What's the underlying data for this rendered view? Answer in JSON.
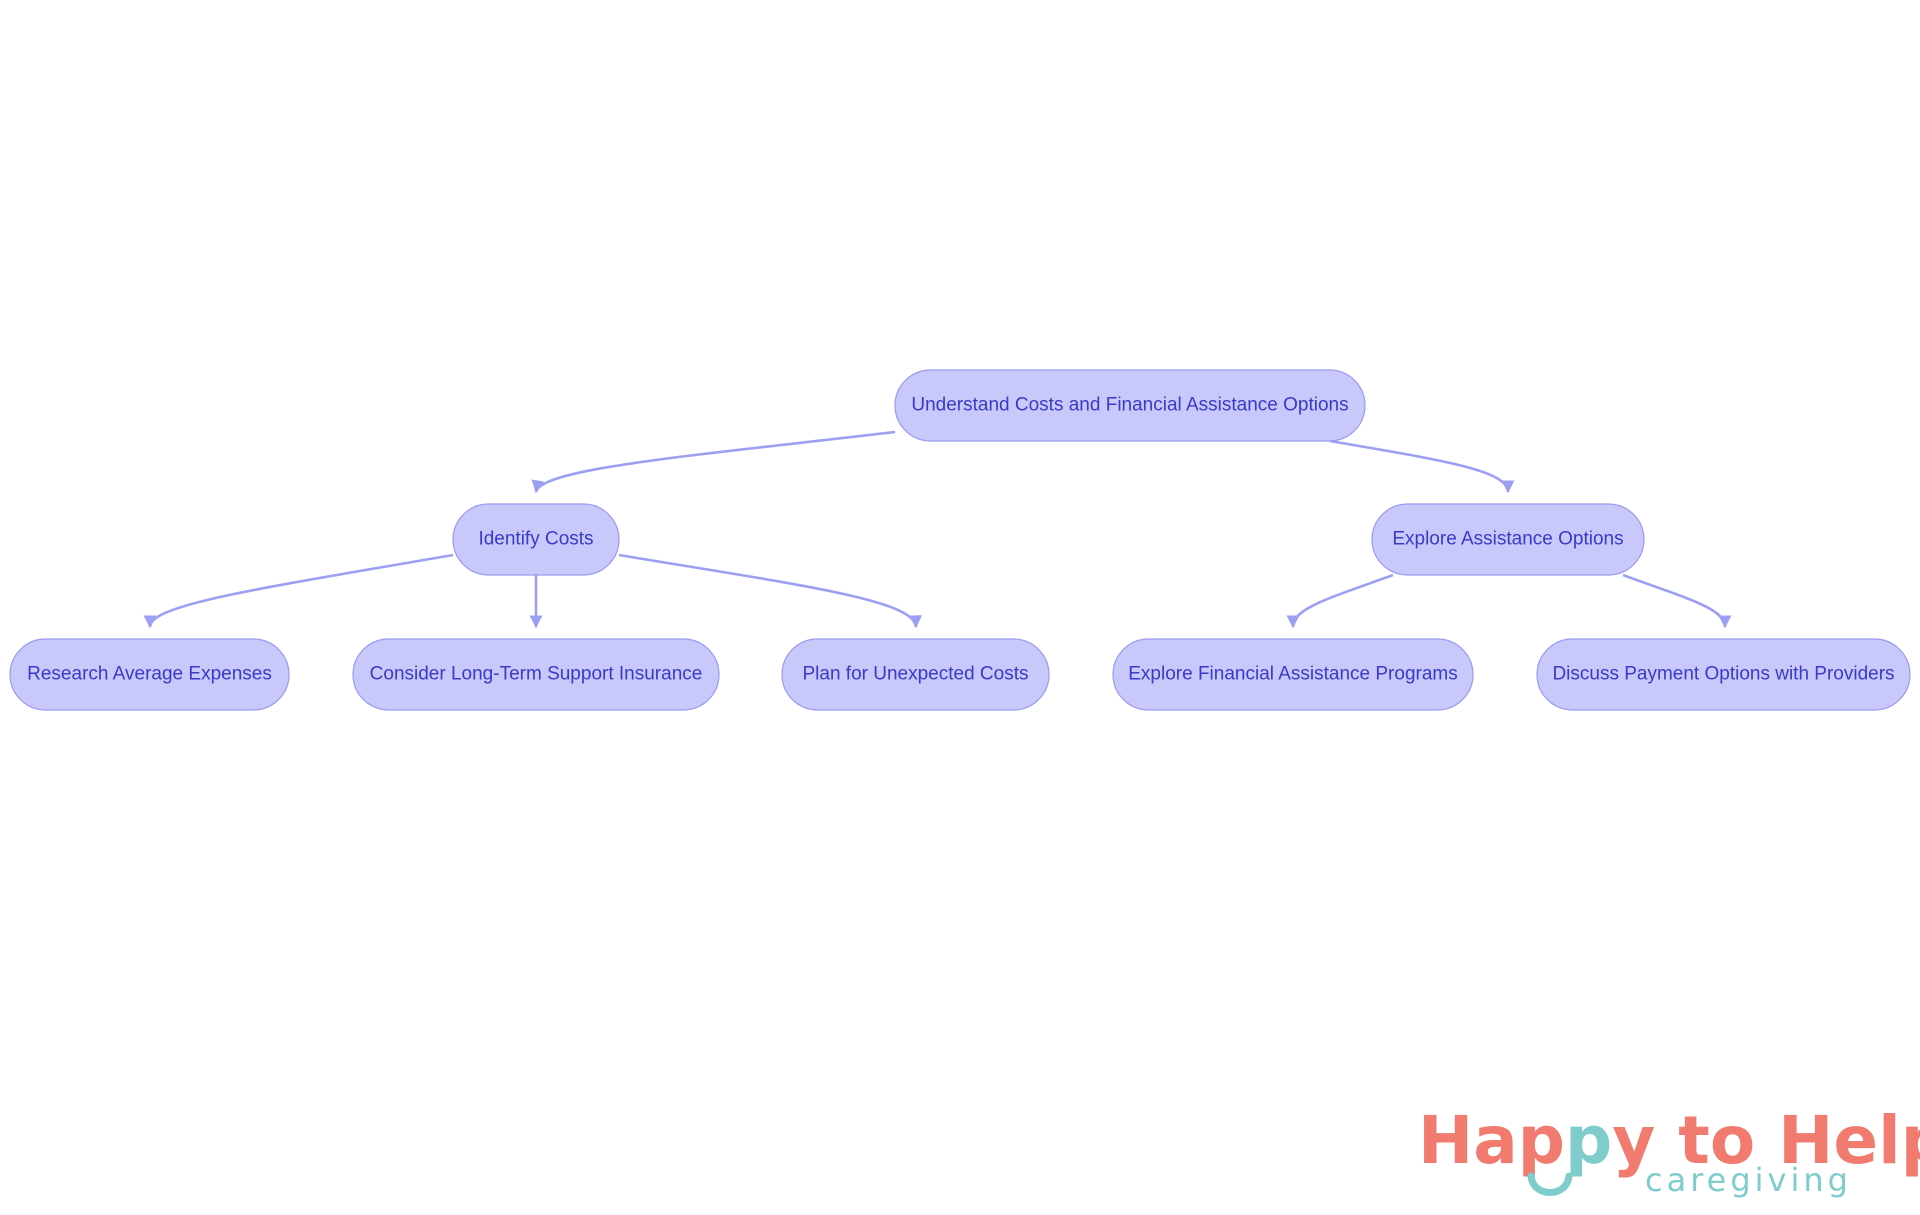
{
  "diagram": {
    "nodes": {
      "root": "Understand Costs and Financial Assistance Options",
      "identify_costs": "Identify Costs",
      "explore_assistance": "Explore Assistance Options",
      "research_expenses": "Research Average Expenses",
      "long_term_insurance": "Consider Long-Term Support Insurance",
      "unexpected_costs": "Plan for Unexpected Costs",
      "financial_programs": "Explore Financial Assistance Programs",
      "payment_options": "Discuss Payment Options with Providers"
    },
    "edges": [
      {
        "from": "root",
        "to": "identify_costs"
      },
      {
        "from": "root",
        "to": "explore_assistance"
      },
      {
        "from": "identify_costs",
        "to": "research_expenses"
      },
      {
        "from": "identify_costs",
        "to": "long_term_insurance"
      },
      {
        "from": "identify_costs",
        "to": "unexpected_costs"
      },
      {
        "from": "explore_assistance",
        "to": "financial_programs"
      },
      {
        "from": "explore_assistance",
        "to": "payment_options"
      }
    ],
    "colors": {
      "node_fill": "#c8c8fb",
      "node_stroke": "#9a9af0",
      "node_text": "#3a3ac8",
      "edge": "#9ba0f2"
    }
  },
  "logo": {
    "words": [
      "Hap",
      "p",
      "y",
      " to Help"
    ],
    "tagline": "caregiving",
    "colors": {
      "primary": "#f07b6e",
      "accent": "#7ecccc"
    }
  }
}
